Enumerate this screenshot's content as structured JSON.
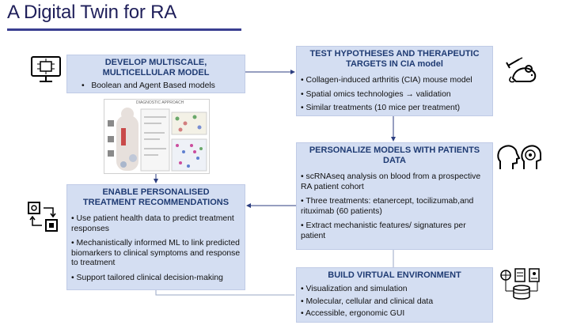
{
  "slide": {
    "title": "A Digital Twin for RA"
  },
  "develop": {
    "title_line1": "DEVELOP MULTISCALE,",
    "title_line2": "MULTICELLULAR  MODEL",
    "bullet": "Boolean and Agent Based models"
  },
  "test": {
    "title_line1": "TEST HYPOTHESES AND THERAPEUTIC",
    "title_line2": "TARGETS IN CIA model",
    "bullets": [
      "Collagen-induced arthritis (CIA) mouse model",
      "Spatial omics technologies → validation",
      "Similar treatments (10 mice per treatment)"
    ]
  },
  "personalize": {
    "title_line1": "PERSONALIZE MODELS WITH PATIENTS",
    "title_line2": "DATA",
    "bullets": [
      "scRNAseq analysis on blood from a prospective RA patient cohort",
      "Three treatments: etanercept, tocilizumab,and rituximab (60 patients)",
      "Extract mechanistic features/ signatures per patient"
    ]
  },
  "enable": {
    "title_line1": "ENABLE PERSONALISED",
    "title_line2": "TREATMENT RECOMMENDATIONS",
    "bullets": [
      "Use patient health data to predict treatment responses",
      "Mechanistically informed ML to link predicted biomarkers to clinical symptoms and response to treatment",
      "Support tailored clinical decision-making"
    ]
  },
  "build": {
    "title": "BUILD VIRTUAL ENVIRONMENT",
    "bullets": [
      "Visualization and simulation",
      "Molecular, cellular and clinical data",
      "Accessible, ergonomic GUI"
    ]
  },
  "diagram": {
    "label": "DIAGNOSTIC APPROACH"
  },
  "colors": {
    "box_fill": "#d4def2",
    "title_blue": "#1f3b73",
    "arrow": "#2c3e80",
    "title_rule": "#3a3f91"
  },
  "icons": [
    "computer-chip-icon",
    "mouse-syringe-icon",
    "head-brain-icon",
    "cycle-chip-icon",
    "data-database-icon"
  ]
}
